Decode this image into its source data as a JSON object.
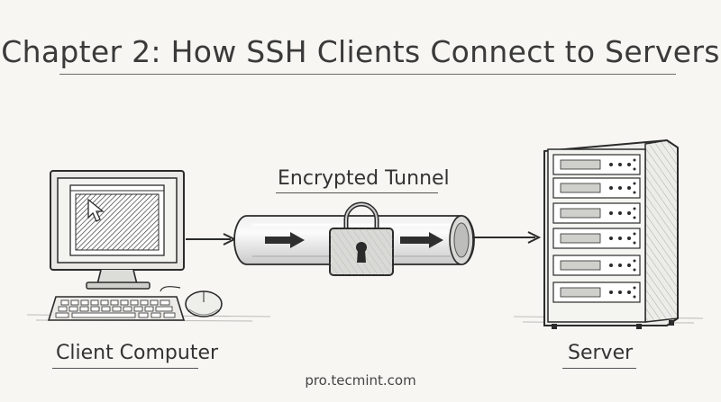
{
  "title": "Chapter 2: How SSH Clients Connect to Servers",
  "labels": {
    "tunnel": "Encrypted Tunnel",
    "client": "Client Computer",
    "server": "Server"
  },
  "watermark": "pro.tecmint.com",
  "icons": [
    "monitor-icon",
    "keyboard-icon",
    "mouse-icon",
    "cursor-icon",
    "tunnel-icon",
    "padlock-icon",
    "server-rack-icon",
    "arrow-right-icon"
  ],
  "colors": {
    "background": "#f7f6f2",
    "ink": "#2b2b2b",
    "screen": "#5f5f5f"
  }
}
